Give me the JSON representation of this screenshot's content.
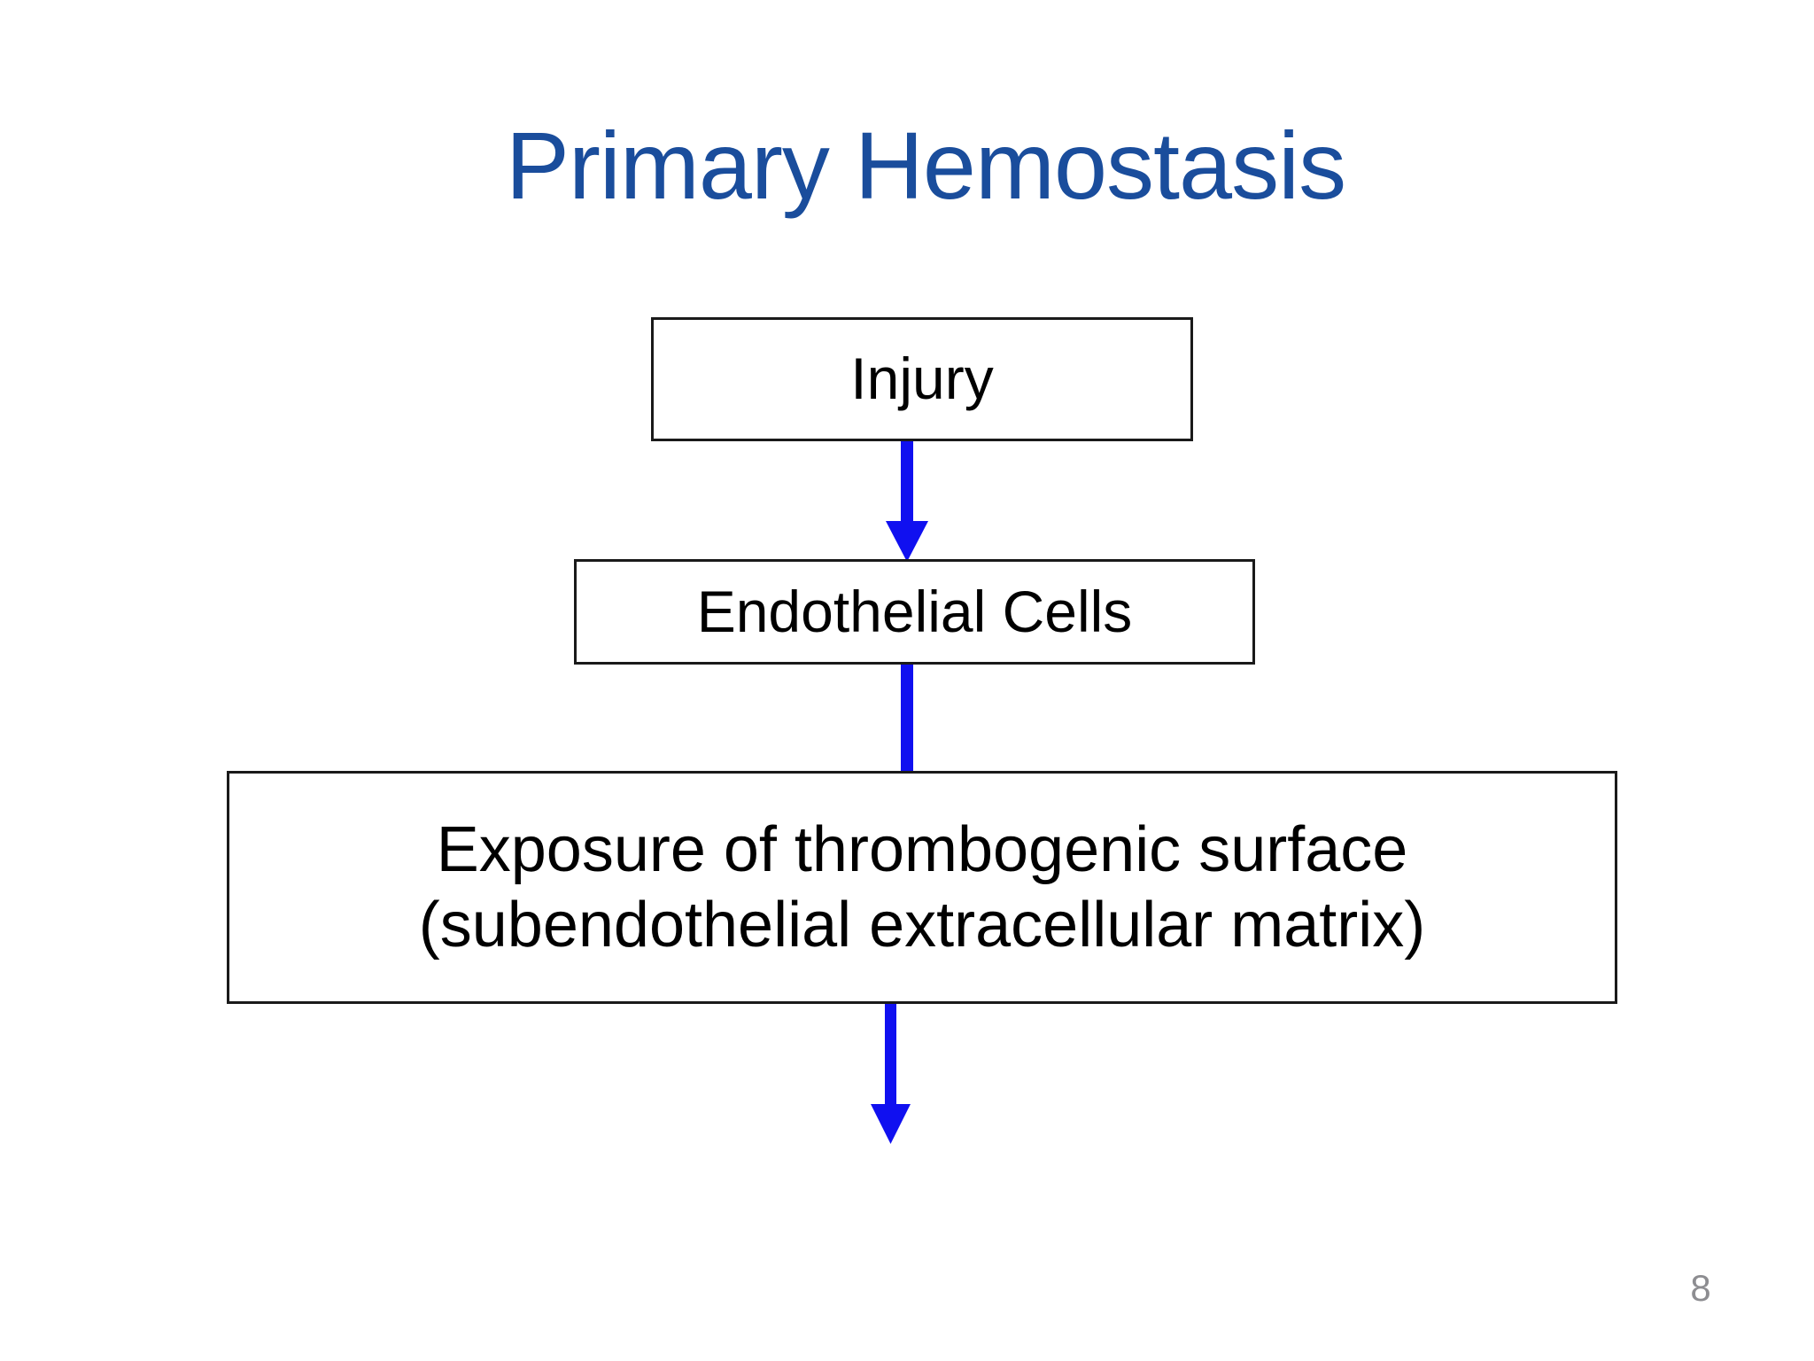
{
  "slide": {
    "title": "Primary Hemostasis",
    "page_number": "8",
    "background_color": "#ffffff"
  },
  "colors": {
    "title_blue": "#1a4d9c",
    "arrow_blue": "#1010f0",
    "box_border": "#1a1a1a",
    "box_text": "#000000",
    "page_number_gray": "#8d8d91"
  },
  "flowchart": {
    "type": "vertical-flow",
    "nodes": [
      {
        "id": "injury",
        "label": "Injury"
      },
      {
        "id": "endothelial",
        "label": "Endothelial Cells"
      },
      {
        "id": "exposure",
        "label_line1": "Exposure of thrombogenic surface",
        "label_line2": "(subendothelial extracellular matrix)"
      }
    ],
    "arrows": [
      {
        "id": "arrow-1",
        "from": "injury",
        "to": "endothelial",
        "direction": "down",
        "color": "#1010f0"
      },
      {
        "id": "arrow-2",
        "from": "endothelial",
        "to": "exposure",
        "direction": "down",
        "color": "#1010f0"
      },
      {
        "id": "arrow-3",
        "from": "exposure",
        "to": "",
        "direction": "down",
        "color": "#1010f0"
      }
    ]
  }
}
